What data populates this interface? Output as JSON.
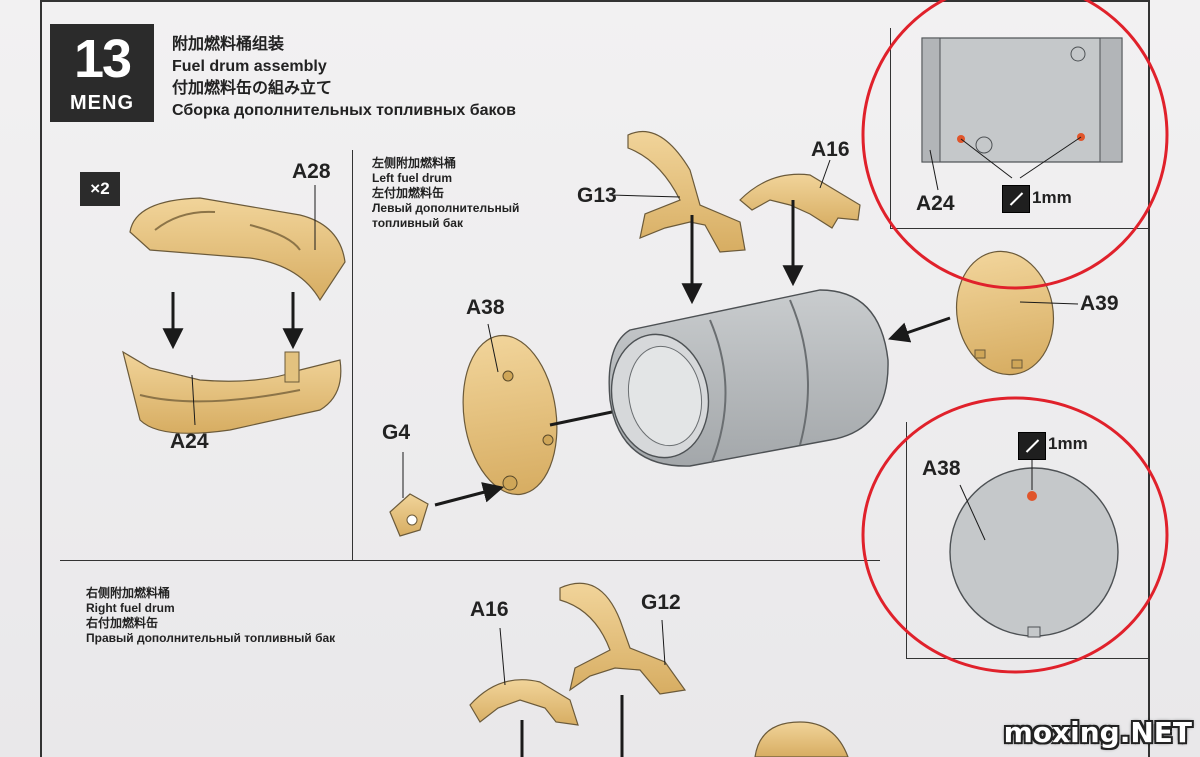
{
  "step": {
    "number": "13",
    "brand": "MENG"
  },
  "title": {
    "zh": "附加燃料桶组装",
    "en": "Fuel drum assembly",
    "ja": "付加燃料缶の組み立て",
    "ru": "Сборка  дополнительных топливных баков"
  },
  "quantity": "×2",
  "left_drum": {
    "zh": "左侧附加燃料桶",
    "en": "Left fuel drum",
    "ja": "左付加燃料缶",
    "ru_1": "Левый дополнительный",
    "ru_2": "топливный бак"
  },
  "right_drum": {
    "zh": "右侧附加燃料桶",
    "en": "Right fuel drum",
    "ja": "右付加燃料缶",
    "ru": "Правый дополнительный топливный бак"
  },
  "parts": {
    "a28": "A28",
    "a24": "A24",
    "a38": "A38",
    "g4": "G4",
    "g13": "G13",
    "a16": "A16",
    "a39": "A39",
    "a24_detail": "A24",
    "a38_detail": "A38",
    "a16_right": "A16",
    "g12": "G12"
  },
  "drill": {
    "top": "1mm",
    "bottom": "1mm",
    "icon": "drill-icon"
  },
  "colors": {
    "part_tan": "#e6c07f",
    "part_grey": "#b9bcbe",
    "highlight": "#e0212b",
    "hole": "#e0552b"
  },
  "watermark": "moxing.NET"
}
